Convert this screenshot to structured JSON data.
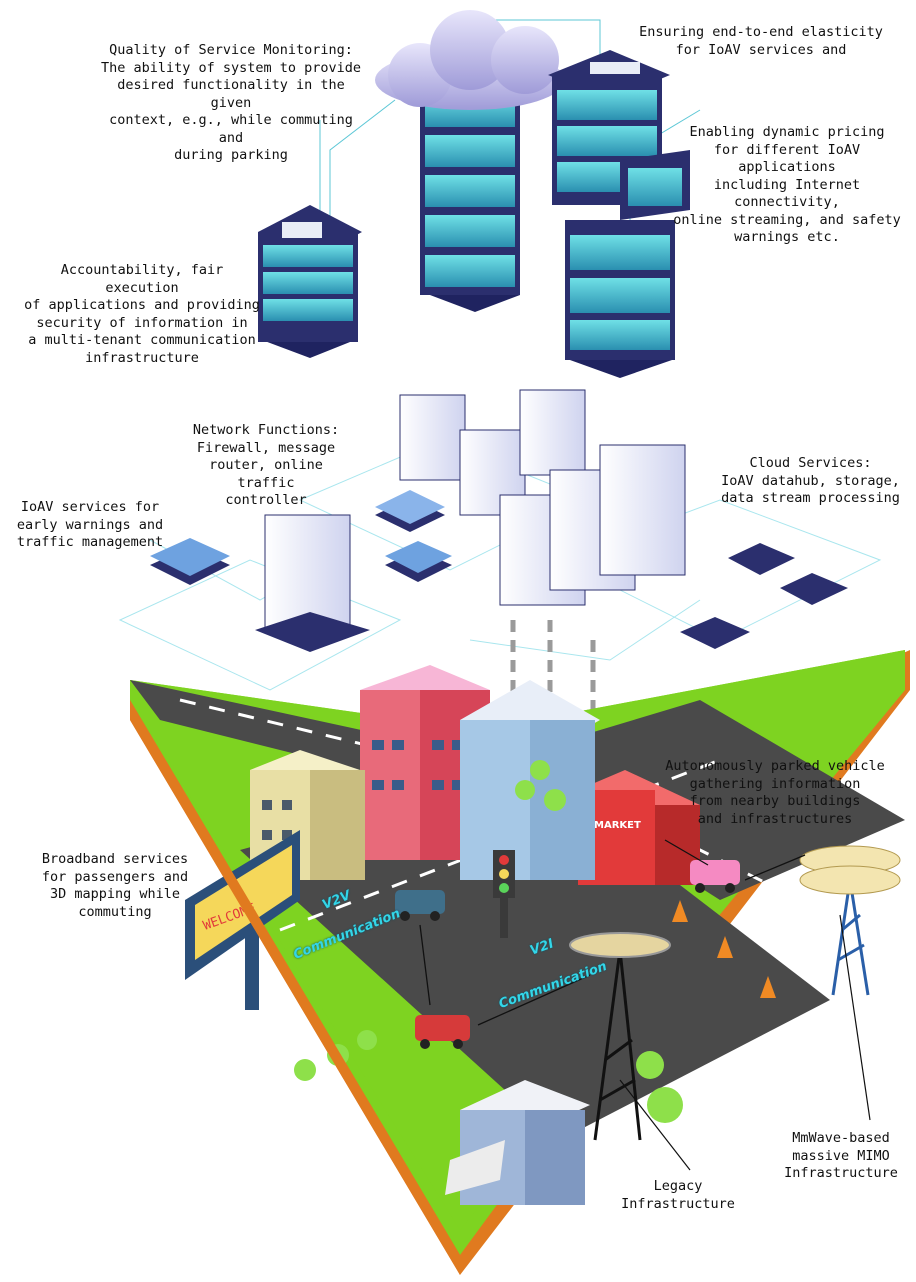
{
  "labels": {
    "qos": "Quality of Service Monitoring:\nThe ability of system to provide\ndesired functionality in the given\ncontext, e.g., while commuting and\nduring parking",
    "elasticity": "Ensuring end-to-end elasticity\nfor IoAV services and",
    "pricing": "Enabling dynamic pricing\nfor different IoAV applications\nincluding Internet connectivity,\nonline streaming, and safety\nwarnings etc.",
    "accountability": "Accountability, fair execution\nof applications and providing\nsecurity of information in\na multi-tenant communication\ninfrastructure",
    "network_functions": "Network Functions:\nFirewall, message\nrouter, online traffic\ncontroller",
    "cloud_services": "Cloud Services:\nIoAV datahub, storage,\ndata stream processing",
    "ioav_services": "IoAV services for\nearly warnings and\ntraffic management",
    "parked_vehicle": "Autonomously parked vehicle\ngathering information\nfrom nearby buildings\nand infrastructures",
    "broadband": "Broadband services\nfor passengers and\n3D mapping while\ncommuting",
    "mmwave": "MmWave-based\nmassive MIMO\nInfrastructure",
    "legacy": "Legacy\nInfrastructure"
  },
  "comm": {
    "v2v_title": "V2V",
    "v2v_word": "Communication",
    "v2i_title": "V2I",
    "v2i_word": "Communication"
  },
  "signs": {
    "billboard": "WELCOME",
    "market": "MARKET"
  },
  "colors": {
    "server_teal": "#3fb5c9",
    "server_navy": "#2b2f6e",
    "cloud": "#b8b6e6",
    "ground_green": "#7ed321",
    "soil_orange": "#e07a1f",
    "road": "#4a4a4a",
    "comm_cyan": "#33d6e8"
  }
}
